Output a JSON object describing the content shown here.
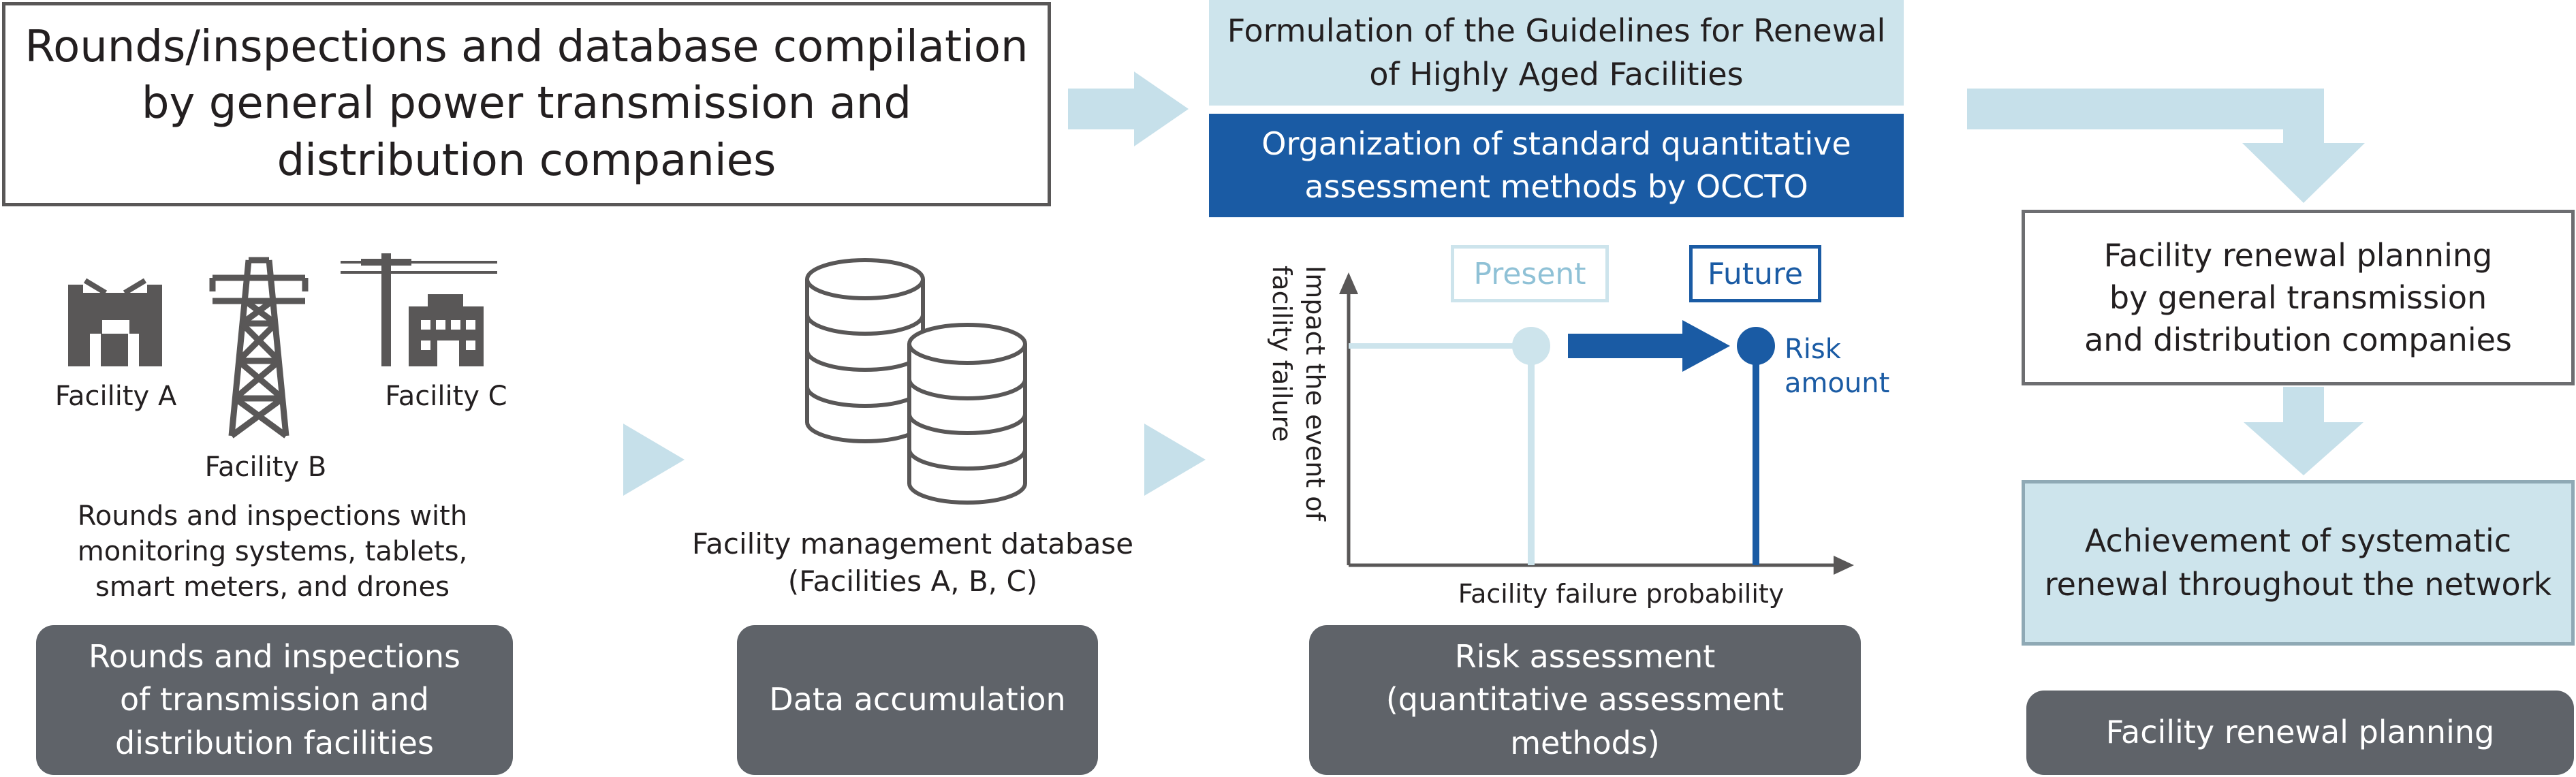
{
  "top_box": {
    "text": "Rounds/inspections and database compilation\nby general power transmission and\ndistribution companies"
  },
  "guidelines": {
    "text": "Formulation of the Guidelines for Renewal\nof Highly Aged Facilities"
  },
  "occto": {
    "text": "Organization of standard quantitative\nassessment methods by OCCTO"
  },
  "facilities": {
    "a": "Facility A",
    "b": "Facility B",
    "c": "Facility C",
    "caption": "Rounds and inspections with\nmonitoring systems, tablets,\nsmart meters, and drones"
  },
  "database": {
    "caption": "Facility management database\n(Facilities A, B, C)"
  },
  "chart": {
    "present_label": "Present",
    "future_label": "Future",
    "risk_label": "Risk\namount",
    "ylabel": "Impact the event of\nfacility failure",
    "xlabel": "Facility failure probability"
  },
  "right": {
    "planning": "Facility renewal planning\nby general transmission\nand distribution companies",
    "achievement": "Achievement of systematic\nrenewal throughout the network"
  },
  "steps": {
    "s1": "Rounds and inspections\nof transmission and\ndistribution facilities",
    "s2": "Data accumulation",
    "s3": "Risk assessment\n(quantitative assessment methods)",
    "s4": "Facility renewal planning"
  },
  "colors": {
    "light_blue": "#cde4ec",
    "dark_blue": "#1a5ba4",
    "gray_pill": "#5f6369",
    "icon_gray": "#595757",
    "arrow_blue": "#c6e0ea"
  }
}
